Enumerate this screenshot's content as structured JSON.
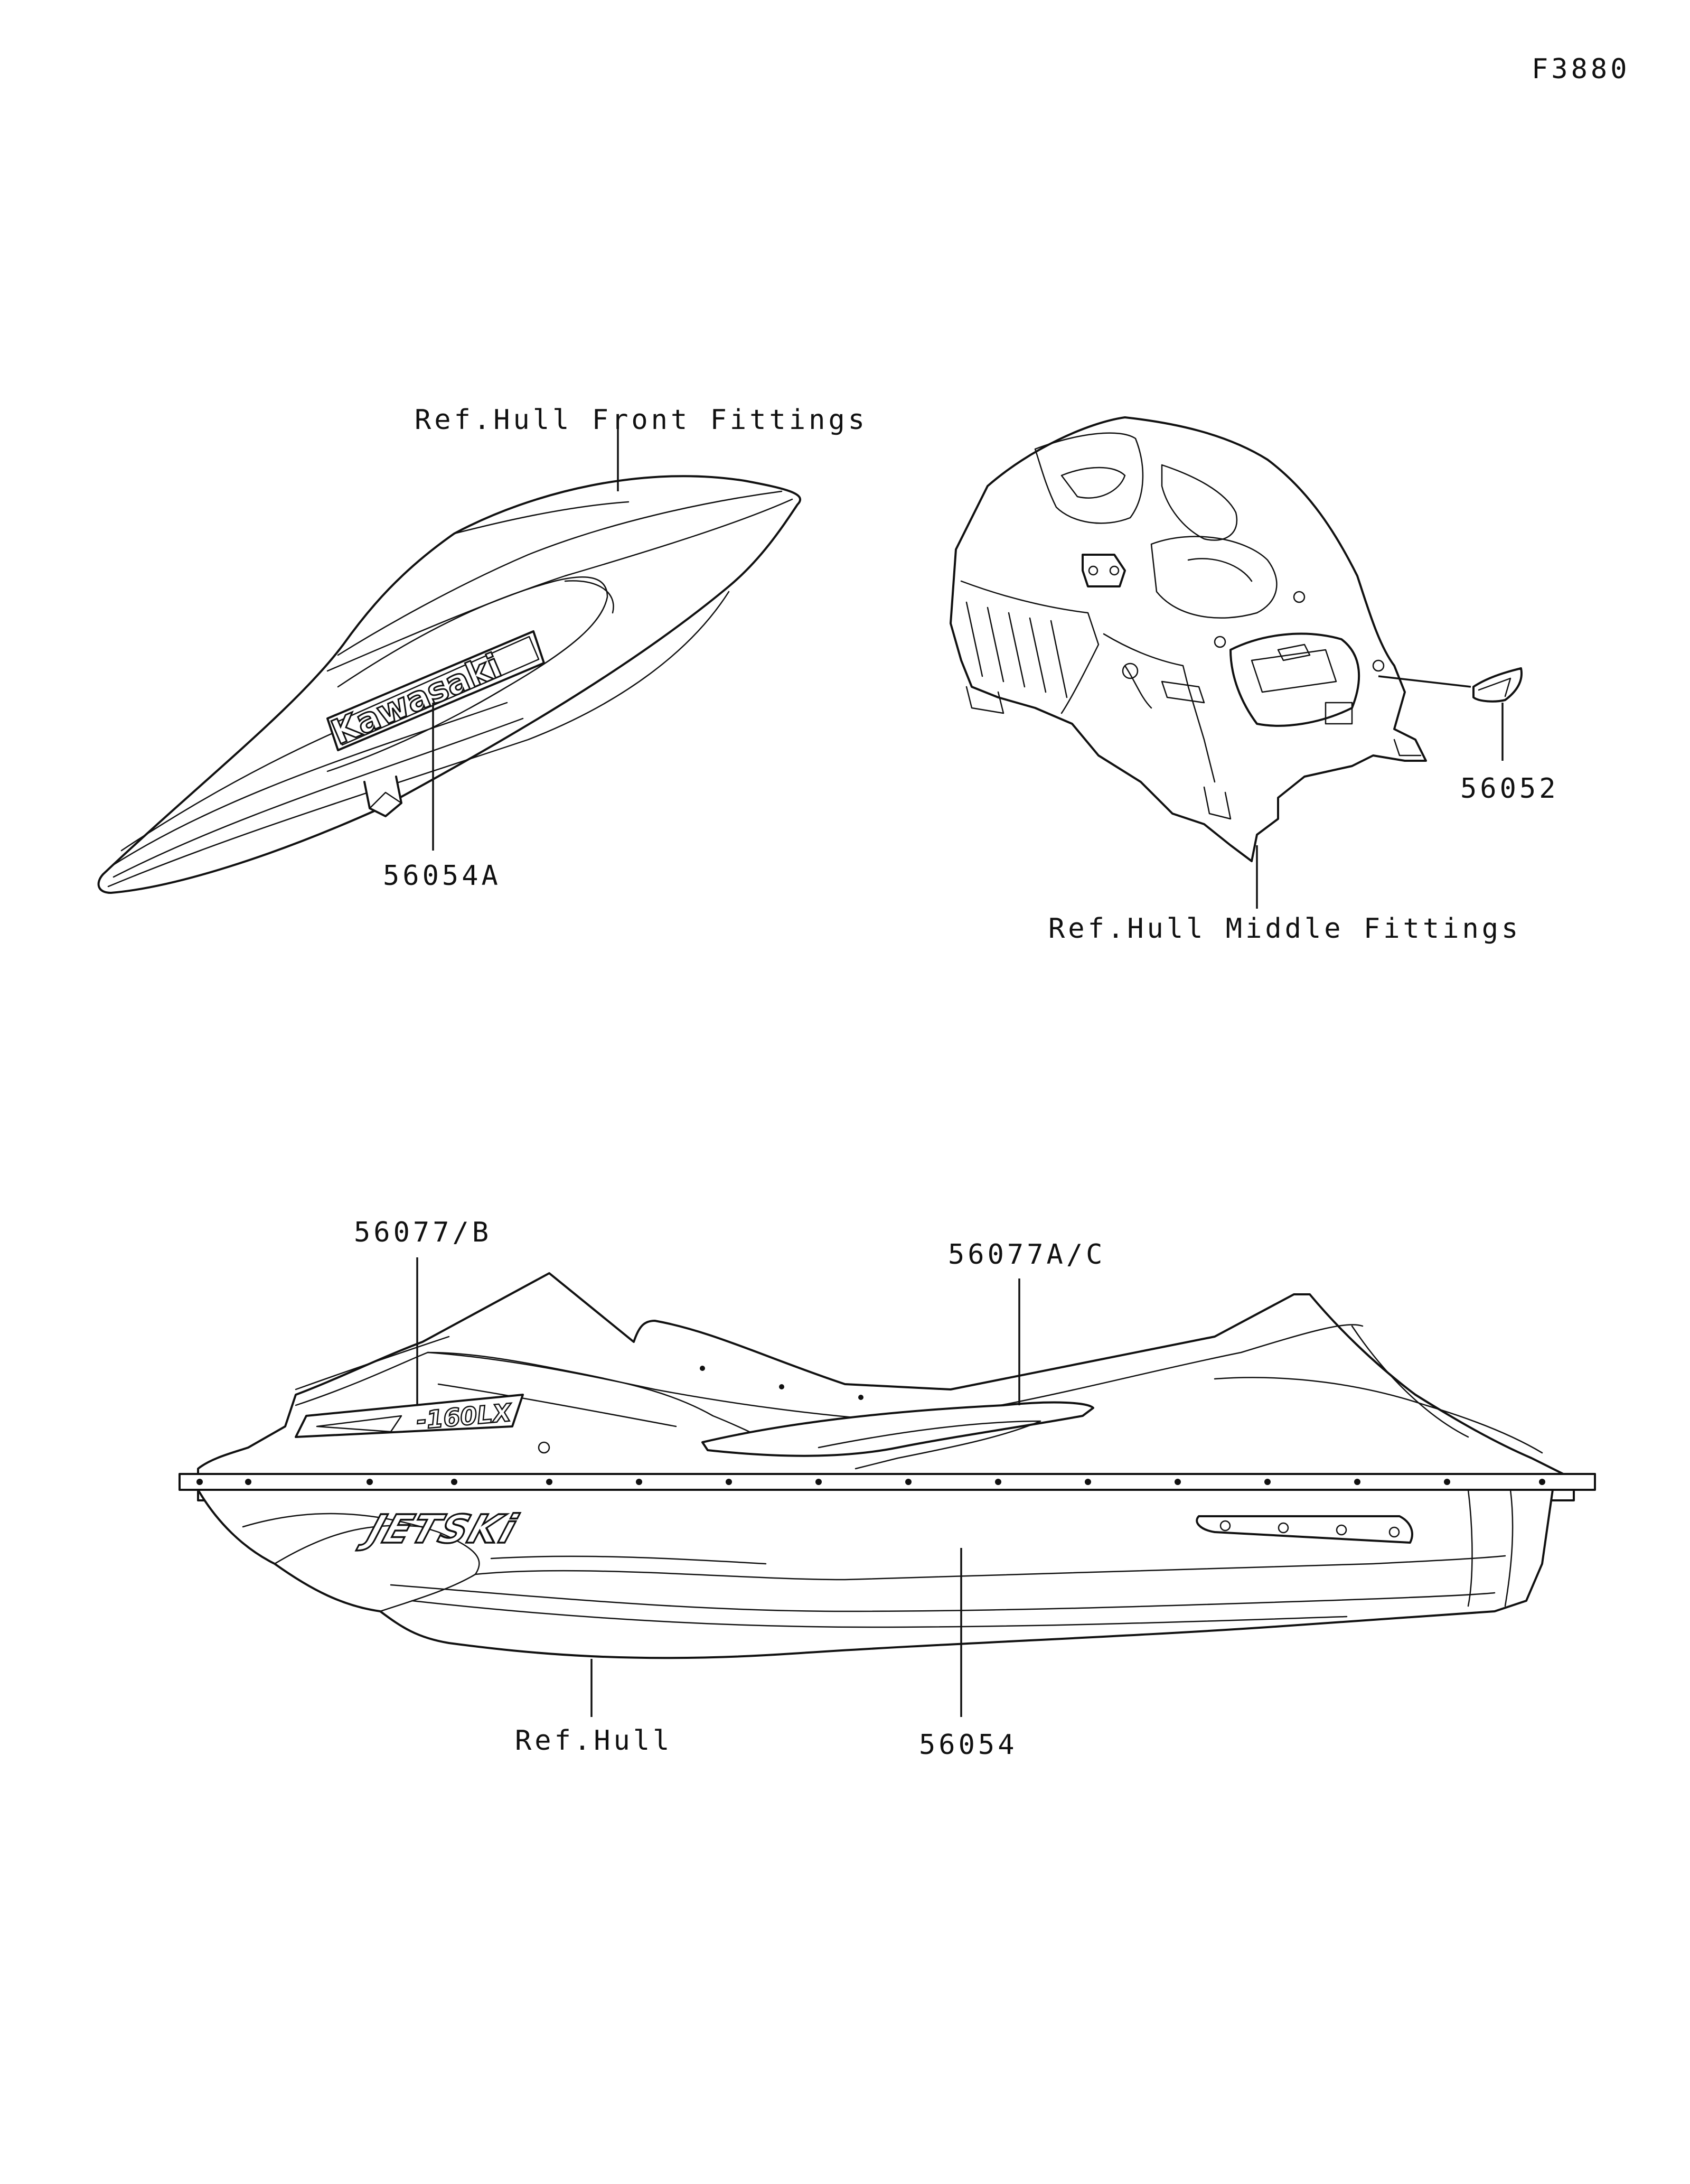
{
  "figure_id": "F3880",
  "labels": {
    "ref_hull_front": "Ref.Hull Front Fittings",
    "part_56054A": "56054A",
    "part_56052": "56052",
    "ref_hull_middle": "Ref.Hull Middle Fittings",
    "part_56077B": "56077/B",
    "part_56077AC": "56077A/C",
    "ref_hull": "Ref.Hull",
    "part_56054": "56054"
  },
  "decals": {
    "kawasaki": "Kawasaki",
    "jetski": "JETSKi",
    "model": "-160LX"
  },
  "icons": {
    "front-deck": "hull-front-fittings-drawing",
    "middle-deck": "hull-middle-fittings-drawing",
    "watercraft": "personal-watercraft-side-view"
  }
}
